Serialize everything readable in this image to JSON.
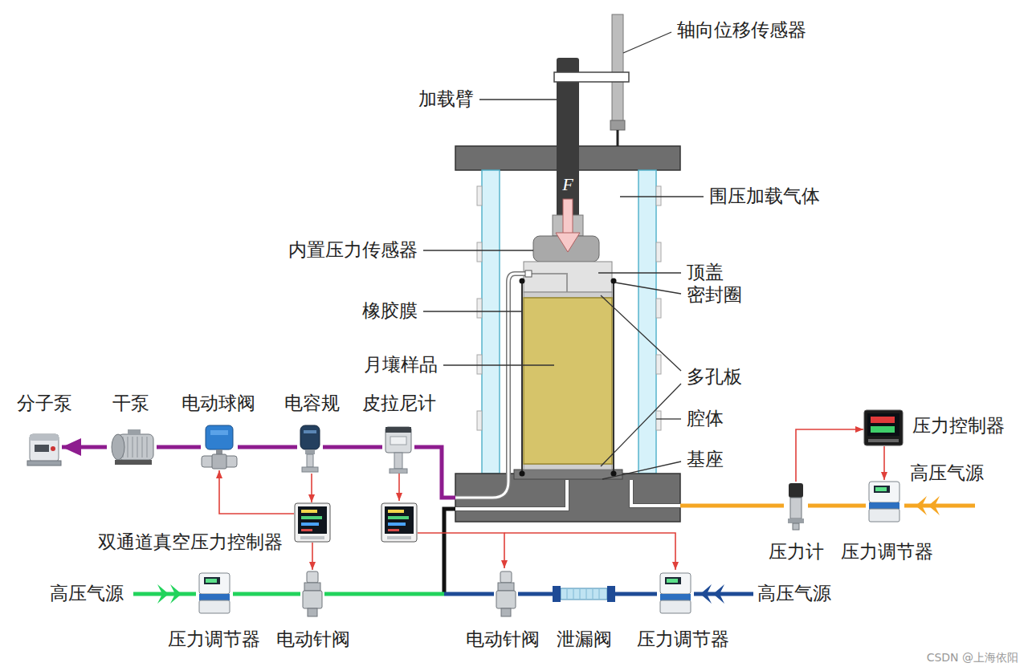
{
  "diagram": {
    "nodes": [
      {
        "text": [
          "分子泵"
        ]
      },
      {
        "text": [
          "干泵"
        ]
      },
      {
        "text": [
          "电动球阀"
        ]
      },
      {
        "text": [
          "电容规"
        ]
      },
      {
        "text": [
          "皮拉尼计"
        ]
      },
      {
        "text": [
          "压力控制器"
        ]
      },
      {
        "text": [
          "双通道真空压力控制器"
        ]
      },
      {
        "text": [
          "压力计"
        ]
      },
      {
        "text": [
          "压力调节器"
        ]
      },
      {
        "text": [
          "压力调节器"
        ]
      },
      {
        "text": [
          "电动针阀"
        ]
      },
      {
        "text": [
          "电动针阀"
        ]
      },
      {
        "text": [
          "泄漏阀"
        ]
      },
      {
        "text": [
          "压力调节器"
        ]
      }
    ],
    "edges": [
      {
        "from": 1,
        "to": 0,
        "arrow": "to"
      },
      {
        "from": 2,
        "to": 1,
        "arrow": "none"
      },
      {
        "from": 3,
        "to": 2,
        "arrow": "none"
      },
      {
        "from": 4,
        "to": 3,
        "arrow": "none"
      },
      {
        "from": 3,
        "to": 6,
        "arrow": "to"
      },
      {
        "from": 6,
        "to": 2,
        "arrow": "to"
      },
      {
        "from": 6,
        "to": 10,
        "arrow": "to"
      },
      {
        "from": 9,
        "to": 10,
        "arrow": "none"
      },
      {
        "from": 13,
        "to": 12,
        "arrow": "none"
      },
      {
        "from": 12,
        "to": 11,
        "arrow": "none"
      },
      {
        "from": 7,
        "to": 5,
        "arrow": "to"
      },
      {
        "from": 5,
        "to": 8,
        "arrow": "to"
      },
      {
        "from": 8,
        "to": 7,
        "arrow": "none"
      }
    ],
    "labels": [
      "轴向位移传感器",
      "加载臂",
      "F",
      "围压加载气体",
      "内置压力传感器",
      "顶盖",
      "密封圈",
      "橡胶膜",
      "月壤样品",
      "多孔板",
      "腔体",
      "基座",
      "高压气源",
      "高压气源",
      "高压气源",
      "CSDN @上海依阳"
    ]
  }
}
